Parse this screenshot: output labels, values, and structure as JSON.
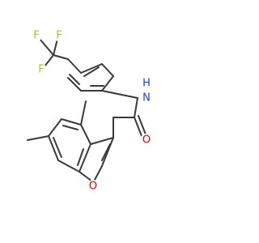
{
  "molecule": {
    "colors": {
      "bond": "#3a3a3a",
      "carbon": "#3a3a3a",
      "fluorine": "#9acd32",
      "nitrogen": "#1f3fd6",
      "oxygen": "#e00000",
      "background": "#ffffff"
    },
    "atoms": {
      "F1": "F",
      "F2": "F",
      "F3": "F",
      "N": "N",
      "H": "H",
      "O_carbonyl": "O",
      "O_ring": "O"
    }
  }
}
